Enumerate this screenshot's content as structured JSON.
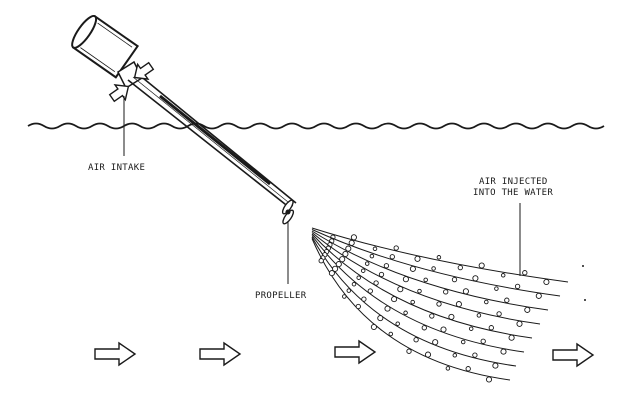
{
  "labels": {
    "air_intake": "AIR INTAKE",
    "air_injected_line1": "AIR INJECTED",
    "air_injected_line2": "INTO THE WATER",
    "propeller": "PROPELLER"
  },
  "icons": {
    "motor": "motor-housing-icon",
    "airflow_arrow": "block-arrow-icon",
    "bubble": "circle-outline-icon"
  },
  "colors": {
    "ink": "#1a1a1a",
    "paper": "#ffffff"
  }
}
